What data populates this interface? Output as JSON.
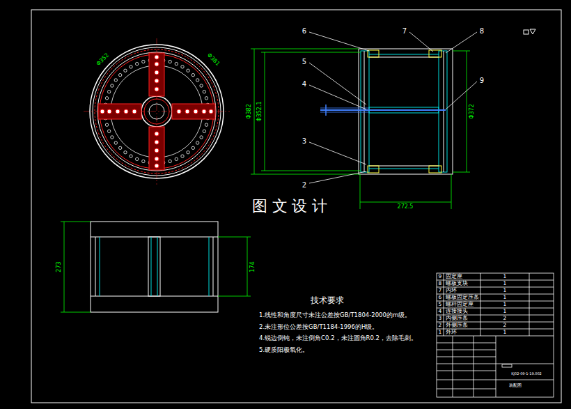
{
  "diagram": {
    "labels": [
      "6",
      "7",
      "8",
      "5",
      "4",
      "9",
      "3",
      "2",
      "Φ352",
      "Φ381",
      "Φ382",
      "Φ352.1",
      "Φ372",
      "272.5",
      "273",
      "174",
      "图 文 设 计",
      "技术要求",
      "1.线性和角度尺寸未注公差按GB/T1804-2000的m级。",
      "2.未注形位公差按GB/T1184-1996的H级。",
      "4.锐边倒钝，未注倒角C0.2，未注圆角R0.2，去除毛刺。",
      "5.硬质阳极氧化。",
      "9",
      "固定座",
      "1",
      "8",
      "螺板支块",
      "1",
      "7",
      "内环",
      "1",
      "6",
      "螺板固定压条",
      "1",
      "5",
      "螺杆固定座",
      "1",
      "4",
      "连接接头",
      "1",
      "3",
      "内侧压条",
      "2",
      "2",
      "外侧压条",
      "2",
      "1",
      "外环",
      "1",
      "KJ02-09-1-19.002",
      "装配图"
    ]
  }
}
